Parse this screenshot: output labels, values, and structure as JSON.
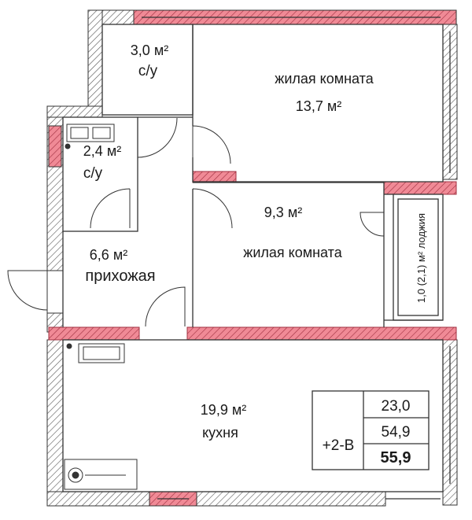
{
  "rooms": {
    "bath1": {
      "area": "3,0 м²",
      "name": "с/у"
    },
    "bath2": {
      "area": "2,4 м²",
      "name": "с/у"
    },
    "hall": {
      "area": "6,6 м²",
      "name": "прихожая"
    },
    "living1": {
      "name": "жилая комната",
      "area": "13,7 м²"
    },
    "living2": {
      "area": "9,3 м²",
      "name": "жилая комната"
    },
    "loggia": {
      "text": "1,0 (2,1) м² лоджия"
    },
    "kitchen": {
      "area": "19,9 м²",
      "name": "кухня"
    }
  },
  "summary": {
    "code": "+2-В",
    "living_area": "23,0",
    "total_area": "54,9",
    "total_with_loggia": "55,9"
  },
  "colors": {
    "wall": "#ffffff",
    "wall_stroke": "#333333",
    "load_bearing": "#f08a96"
  }
}
